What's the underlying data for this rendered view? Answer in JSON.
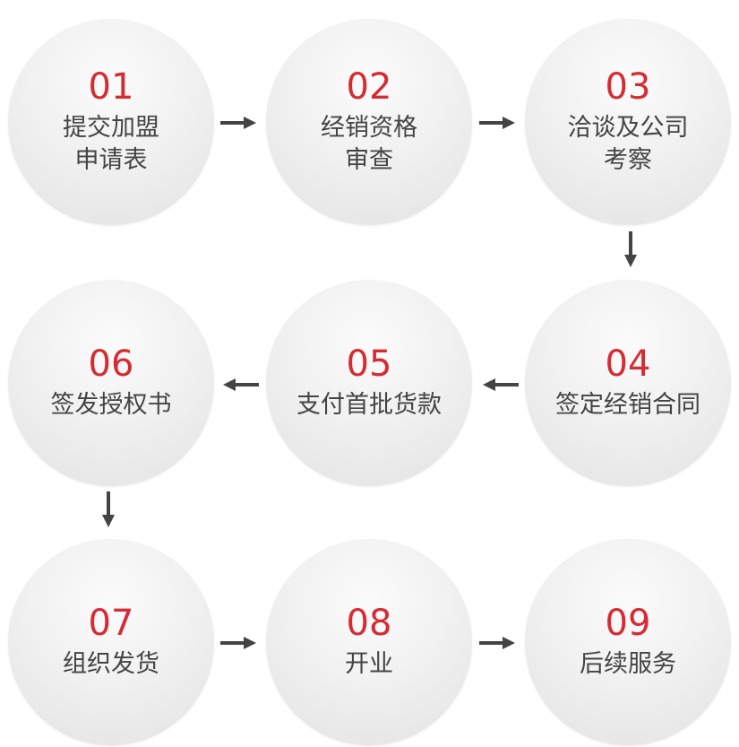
{
  "diagram": {
    "steps": [
      {
        "number": "01",
        "label": "提交加盟\n申请表"
      },
      {
        "number": "02",
        "label": "经销资格\n审查"
      },
      {
        "number": "03",
        "label": "洽谈及公司\n考察"
      },
      {
        "number": "04",
        "label": "签定经销合同"
      },
      {
        "number": "05",
        "label": "支付首批货款"
      },
      {
        "number": "06",
        "label": "签发授权书"
      },
      {
        "number": "07",
        "label": "组织发货"
      },
      {
        "number": "08",
        "label": "开业"
      },
      {
        "number": "09",
        "label": "后续服务"
      }
    ],
    "colors": {
      "number": "#d52b32",
      "label": "#444444",
      "arrow": "#444444"
    }
  }
}
